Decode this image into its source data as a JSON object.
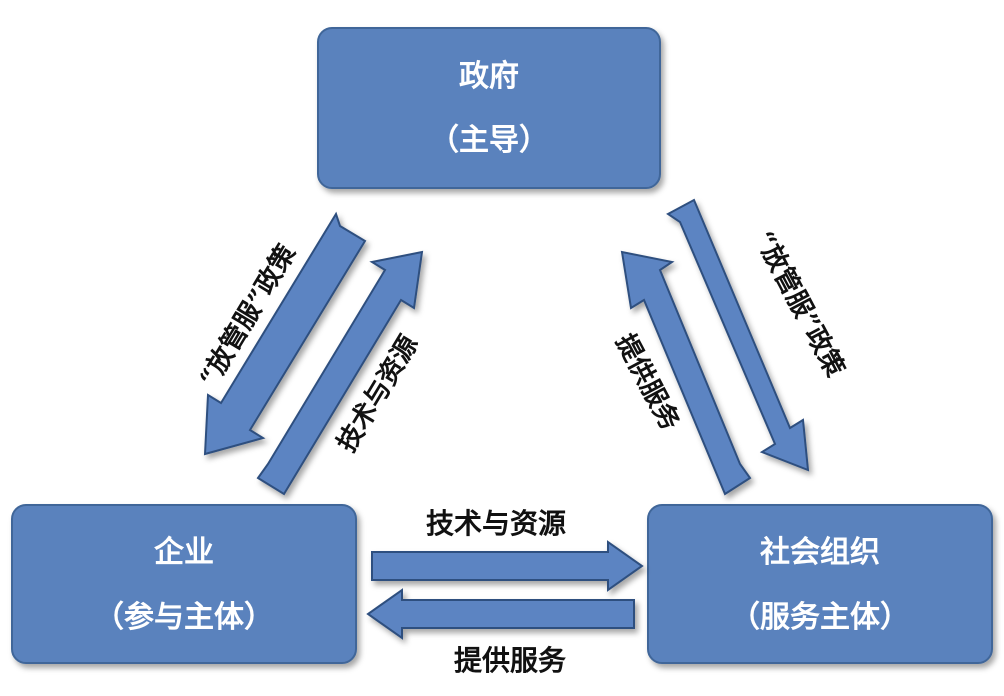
{
  "colors": {
    "box_fill": "#5a82bd",
    "box_stroke": "#3f6699",
    "arrow_fill": "#5b84c2",
    "arrow_stroke": "#2f4f7f",
    "text_on_box": "#ffffff",
    "label_text": "#111111"
  },
  "nodes": {
    "government": {
      "title": "政府",
      "subtitle": "（主导）"
    },
    "enterprise": {
      "title": "企业",
      "subtitle": "（参与主体）"
    },
    "social_org": {
      "title": "社会组织",
      "subtitle": "（服务主体）"
    }
  },
  "edges": {
    "gov_to_enterprise": "“放管服”政策",
    "enterprise_to_gov": "技术与资源",
    "gov_to_social": "“放管服”政策",
    "social_to_gov": "提供服务",
    "enterprise_to_social": "技术与资源",
    "social_to_enterprise": "提供服务"
  }
}
